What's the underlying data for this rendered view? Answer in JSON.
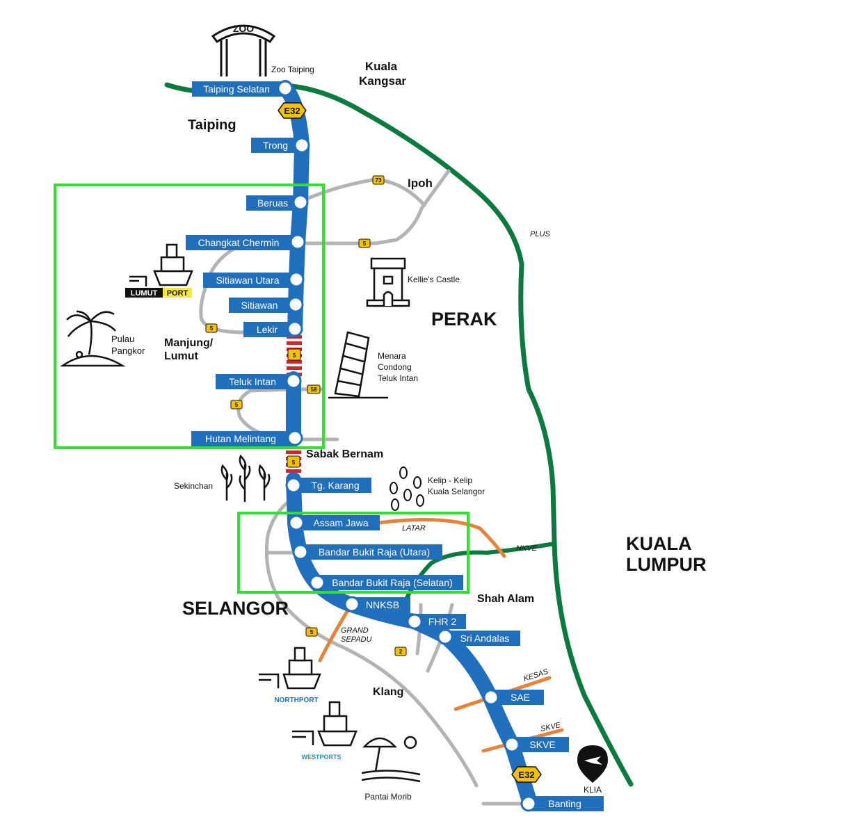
{
  "colors": {
    "expressway": "#1f6fbd",
    "plus": "#0b7a3e",
    "local_road": "#b3b3b3",
    "orange_road": "#e8823a",
    "station_box": "#1f6fbd",
    "highlight": "#2fe02f",
    "shield": "#f2c200",
    "gap": "#d8222a"
  },
  "labels": {
    "zoo_sign": "ZOO",
    "zoo_taiping": "Zoo Taiping",
    "kuala_kangsar_1": "Kuala",
    "kuala_kangsar_2": "Kangsar",
    "taiping": "Taiping",
    "ipoh": "Ipoh",
    "plus": "PLUS",
    "kellies_castle": "Kellie's Castle",
    "perak": "PERAK",
    "lumut_port_a": "LUMUT",
    "lumut_port_b": "PORT",
    "pulau_pangkor_1": "Pulau",
    "pulau_pangkor_2": "Pangkor",
    "manjung_1": "Manjung/",
    "manjung_2": "Lumut",
    "menara_1": "Menara",
    "menara_2": "Condong",
    "menara_3": "Teluk Intan",
    "sabak_bernam": "Sabak Bernam",
    "sekinchan": "Sekinchan",
    "kelip_1": "Kelip - Kelip",
    "kelip_2": "Kuala Selangor",
    "latar": "LATAR",
    "nkve": "NKVE",
    "kuala_lumpur_1": "KUALA",
    "kuala_lumpur_2": "LUMPUR",
    "selangor": "SELANGOR",
    "shah_alam": "Shah Alam",
    "grand_sepadu_1": "GRAND",
    "grand_sepadu_2": "SEPADU",
    "klang": "Klang",
    "northport": "NORTHPORT",
    "westports": "WESTPORTS",
    "kesas": "KESAS",
    "skve": "SKVE",
    "klia": "KLIA",
    "pantai_morib": "Pantai Morib"
  },
  "shields": {
    "e32_top": "E32",
    "e32_bottom": "E32",
    "r73": "73",
    "r5_changkat": "5",
    "r5_lekir": "5",
    "r5_gap": "5",
    "r58": "58",
    "r5_teluk": "5",
    "r5_sabak": "5",
    "r5_klang": "5",
    "r2": "2"
  },
  "stations": [
    {
      "name": "Taiping Selatan"
    },
    {
      "name": "Trong"
    },
    {
      "name": "Beruas"
    },
    {
      "name": "Changkat Chermin"
    },
    {
      "name": "Sitiawan Utara"
    },
    {
      "name": "Sitiawan"
    },
    {
      "name": "Lekir"
    },
    {
      "name": "Teluk Intan"
    },
    {
      "name": "Hutan Melintang"
    },
    {
      "name": "Tg. Karang"
    },
    {
      "name": "Assam Jawa"
    },
    {
      "name": "Bandar Bukit Raja (Utara)"
    },
    {
      "name": "Bandar Bukit Raja (Selatan)"
    },
    {
      "name": "NNKSB"
    },
    {
      "name": "FHR 2"
    },
    {
      "name": "Sri Andalas"
    },
    {
      "name": "SAE"
    },
    {
      "name": "SKVE"
    },
    {
      "name": "Banting"
    }
  ]
}
